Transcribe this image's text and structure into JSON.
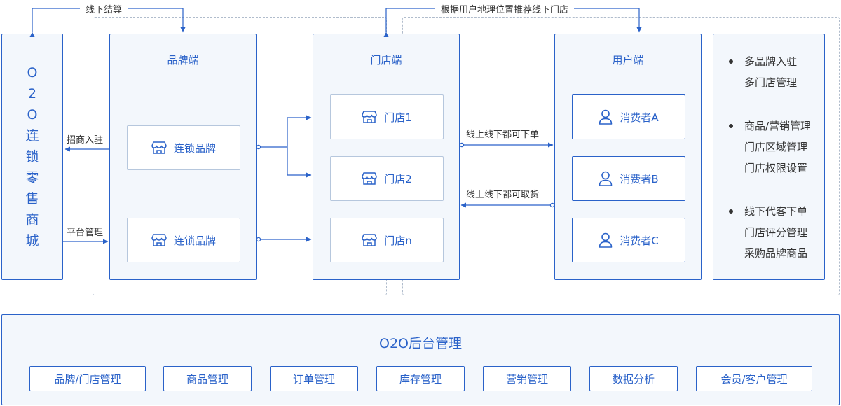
{
  "left_panel": {
    "title_chars": [
      "O",
      "2",
      "O",
      "连",
      "锁",
      "零",
      "售",
      "商",
      "城"
    ]
  },
  "brand_panel": {
    "title": "品牌端",
    "items": [
      "连锁品牌",
      "连锁品牌"
    ],
    "icon": "store-icon"
  },
  "store_panel": {
    "title": "门店端",
    "items": [
      "门店1",
      "门店2",
      "门店n"
    ],
    "icon": "store-icon"
  },
  "user_panel": {
    "title": "用户端",
    "items": [
      "消费者A",
      "消费者B",
      "消费者C"
    ],
    "icon": "user-icon"
  },
  "features": {
    "groups": [
      [
        "多品牌入驻",
        "多门店管理"
      ],
      [
        "商品/营销管理",
        "门店区域管理",
        "门店权限设置"
      ],
      [
        "线下代客下单",
        "门店评分管理",
        "采购品牌商品"
      ]
    ]
  },
  "connectors": {
    "offline_settlement": "线下结算",
    "geo_recommend": "根据用户地理位置推荐线下门店",
    "merchant_join": "招商入驻",
    "platform_manage": "平台管理",
    "order_online_offline": "线上线下都可下单",
    "pickup_online_offline": "线上线下都可取货"
  },
  "backend": {
    "title": "O2O后台管理",
    "modules": [
      "品牌/门店管理",
      "商品管理",
      "订单管理",
      "库存管理",
      "营销管理",
      "数据分析",
      "会员/客户管理"
    ]
  },
  "colors": {
    "accent": "#2a62c9",
    "panel_bg": "#f3f7fc",
    "box_border": "#b6c7dd",
    "dashed": "#b0bccc"
  }
}
